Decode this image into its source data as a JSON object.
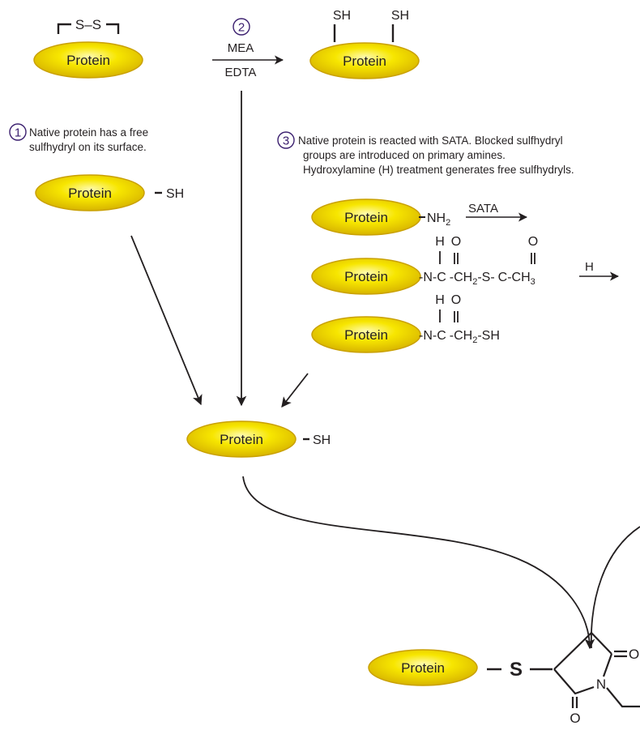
{
  "protein_label": "Protein",
  "top_left": {
    "disulfide": "S–S"
  },
  "step2": {
    "number": "2",
    "reagent_top": "MEA",
    "reagent_bottom": "EDTA",
    "sh_left": "SH",
    "sh_right": "SH"
  },
  "step1": {
    "number": "1",
    "line1": "Native protein has a free",
    "line2": "sulfhydryl on its surface.",
    "sh": "SH"
  },
  "step3": {
    "number": "3",
    "line1": "Native protein is reacted with SATA. Blocked sulfhydryl",
    "line2": "groups are introduced on primary amines.",
    "line3": "Hydroxylamine (H) treatment generates free sulfhydryls.",
    "reagent_sata": "SATA",
    "reagent_h": "H"
  },
  "center": {
    "sh": "SH"
  },
  "bottom": {
    "s": "S",
    "n": "N",
    "o_top": "O",
    "o_bottom": "O"
  },
  "colors": {
    "ellipse_fill": "#f5e100",
    "ellipse_edge": "#c9a000",
    "ink": "#231f20",
    "step_number": "#3a1e6e"
  }
}
